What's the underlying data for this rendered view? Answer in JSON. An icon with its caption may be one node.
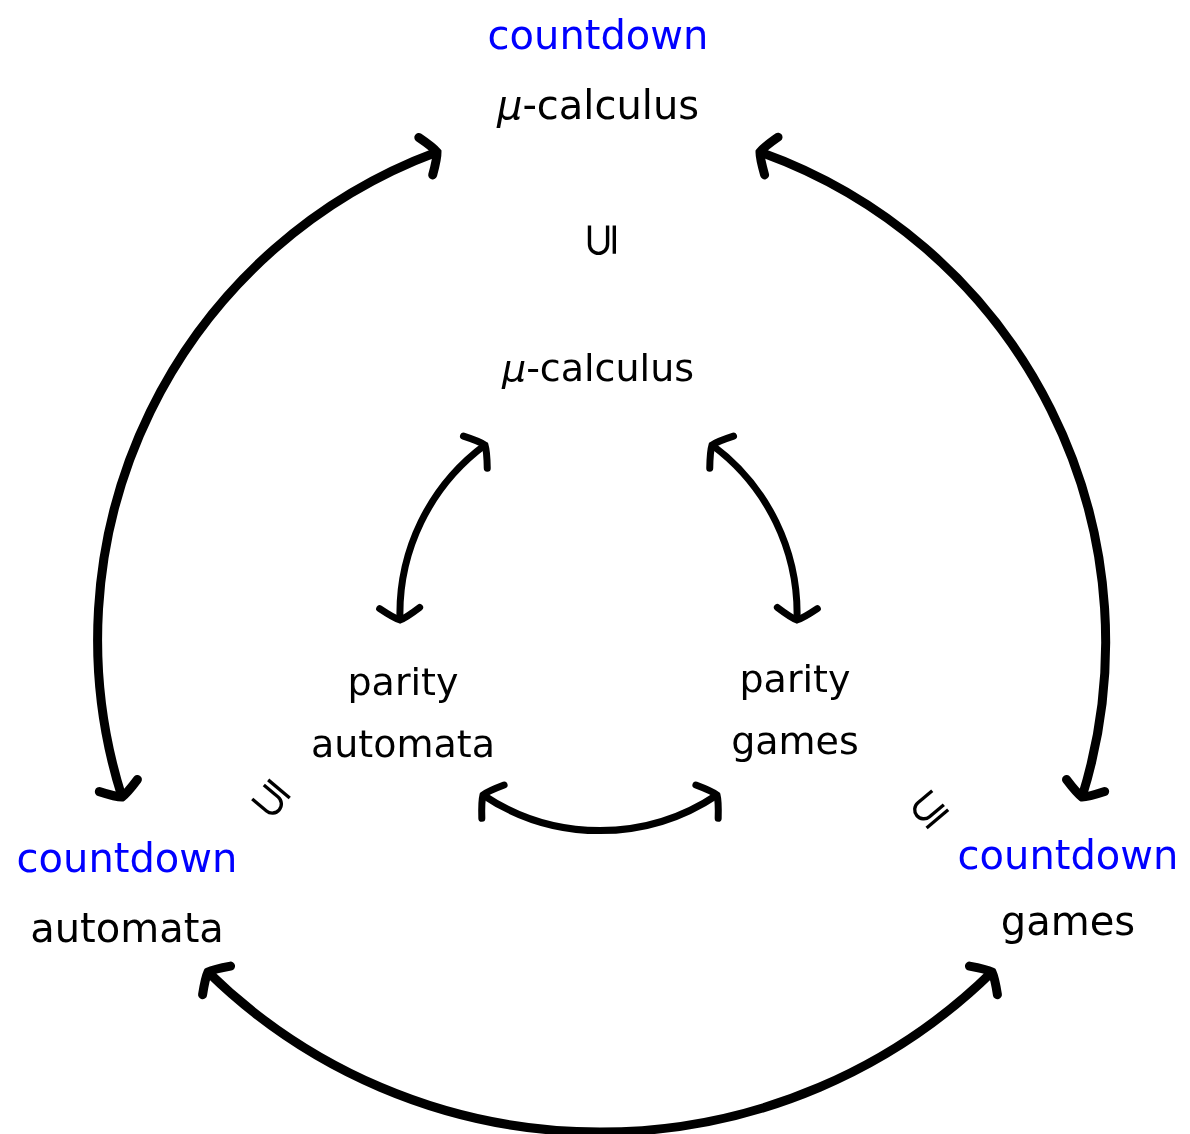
{
  "diagram": {
    "nodes": [
      {
        "text": [
          "countdown",
          "*μ*-calculus"
        ]
      },
      {
        "text": [
          "*μ*-calculus"
        ]
      },
      {
        "text": [
          "parity automata"
        ]
      },
      {
        "text": [
          "parity games"
        ]
      },
      {
        "text": [
          "countdown",
          "automata"
        ]
      },
      {
        "text": [
          "countdown",
          "games"
        ]
      }
    ],
    "edges": [
      {
        "from": 0,
        "to": 4,
        "arrow": "both"
      },
      {
        "from": 0,
        "to": 5,
        "arrow": "both"
      },
      {
        "from": 4,
        "to": 5,
        "arrow": "both"
      },
      {
        "from": 1,
        "to": 2,
        "arrow": "both"
      },
      {
        "from": 1,
        "to": 3,
        "arrow": "both"
      },
      {
        "from": 2,
        "to": 3,
        "arrow": "both"
      }
    ],
    "labels": [
      "⊆",
      "⊆",
      "⊆"
    ]
  }
}
